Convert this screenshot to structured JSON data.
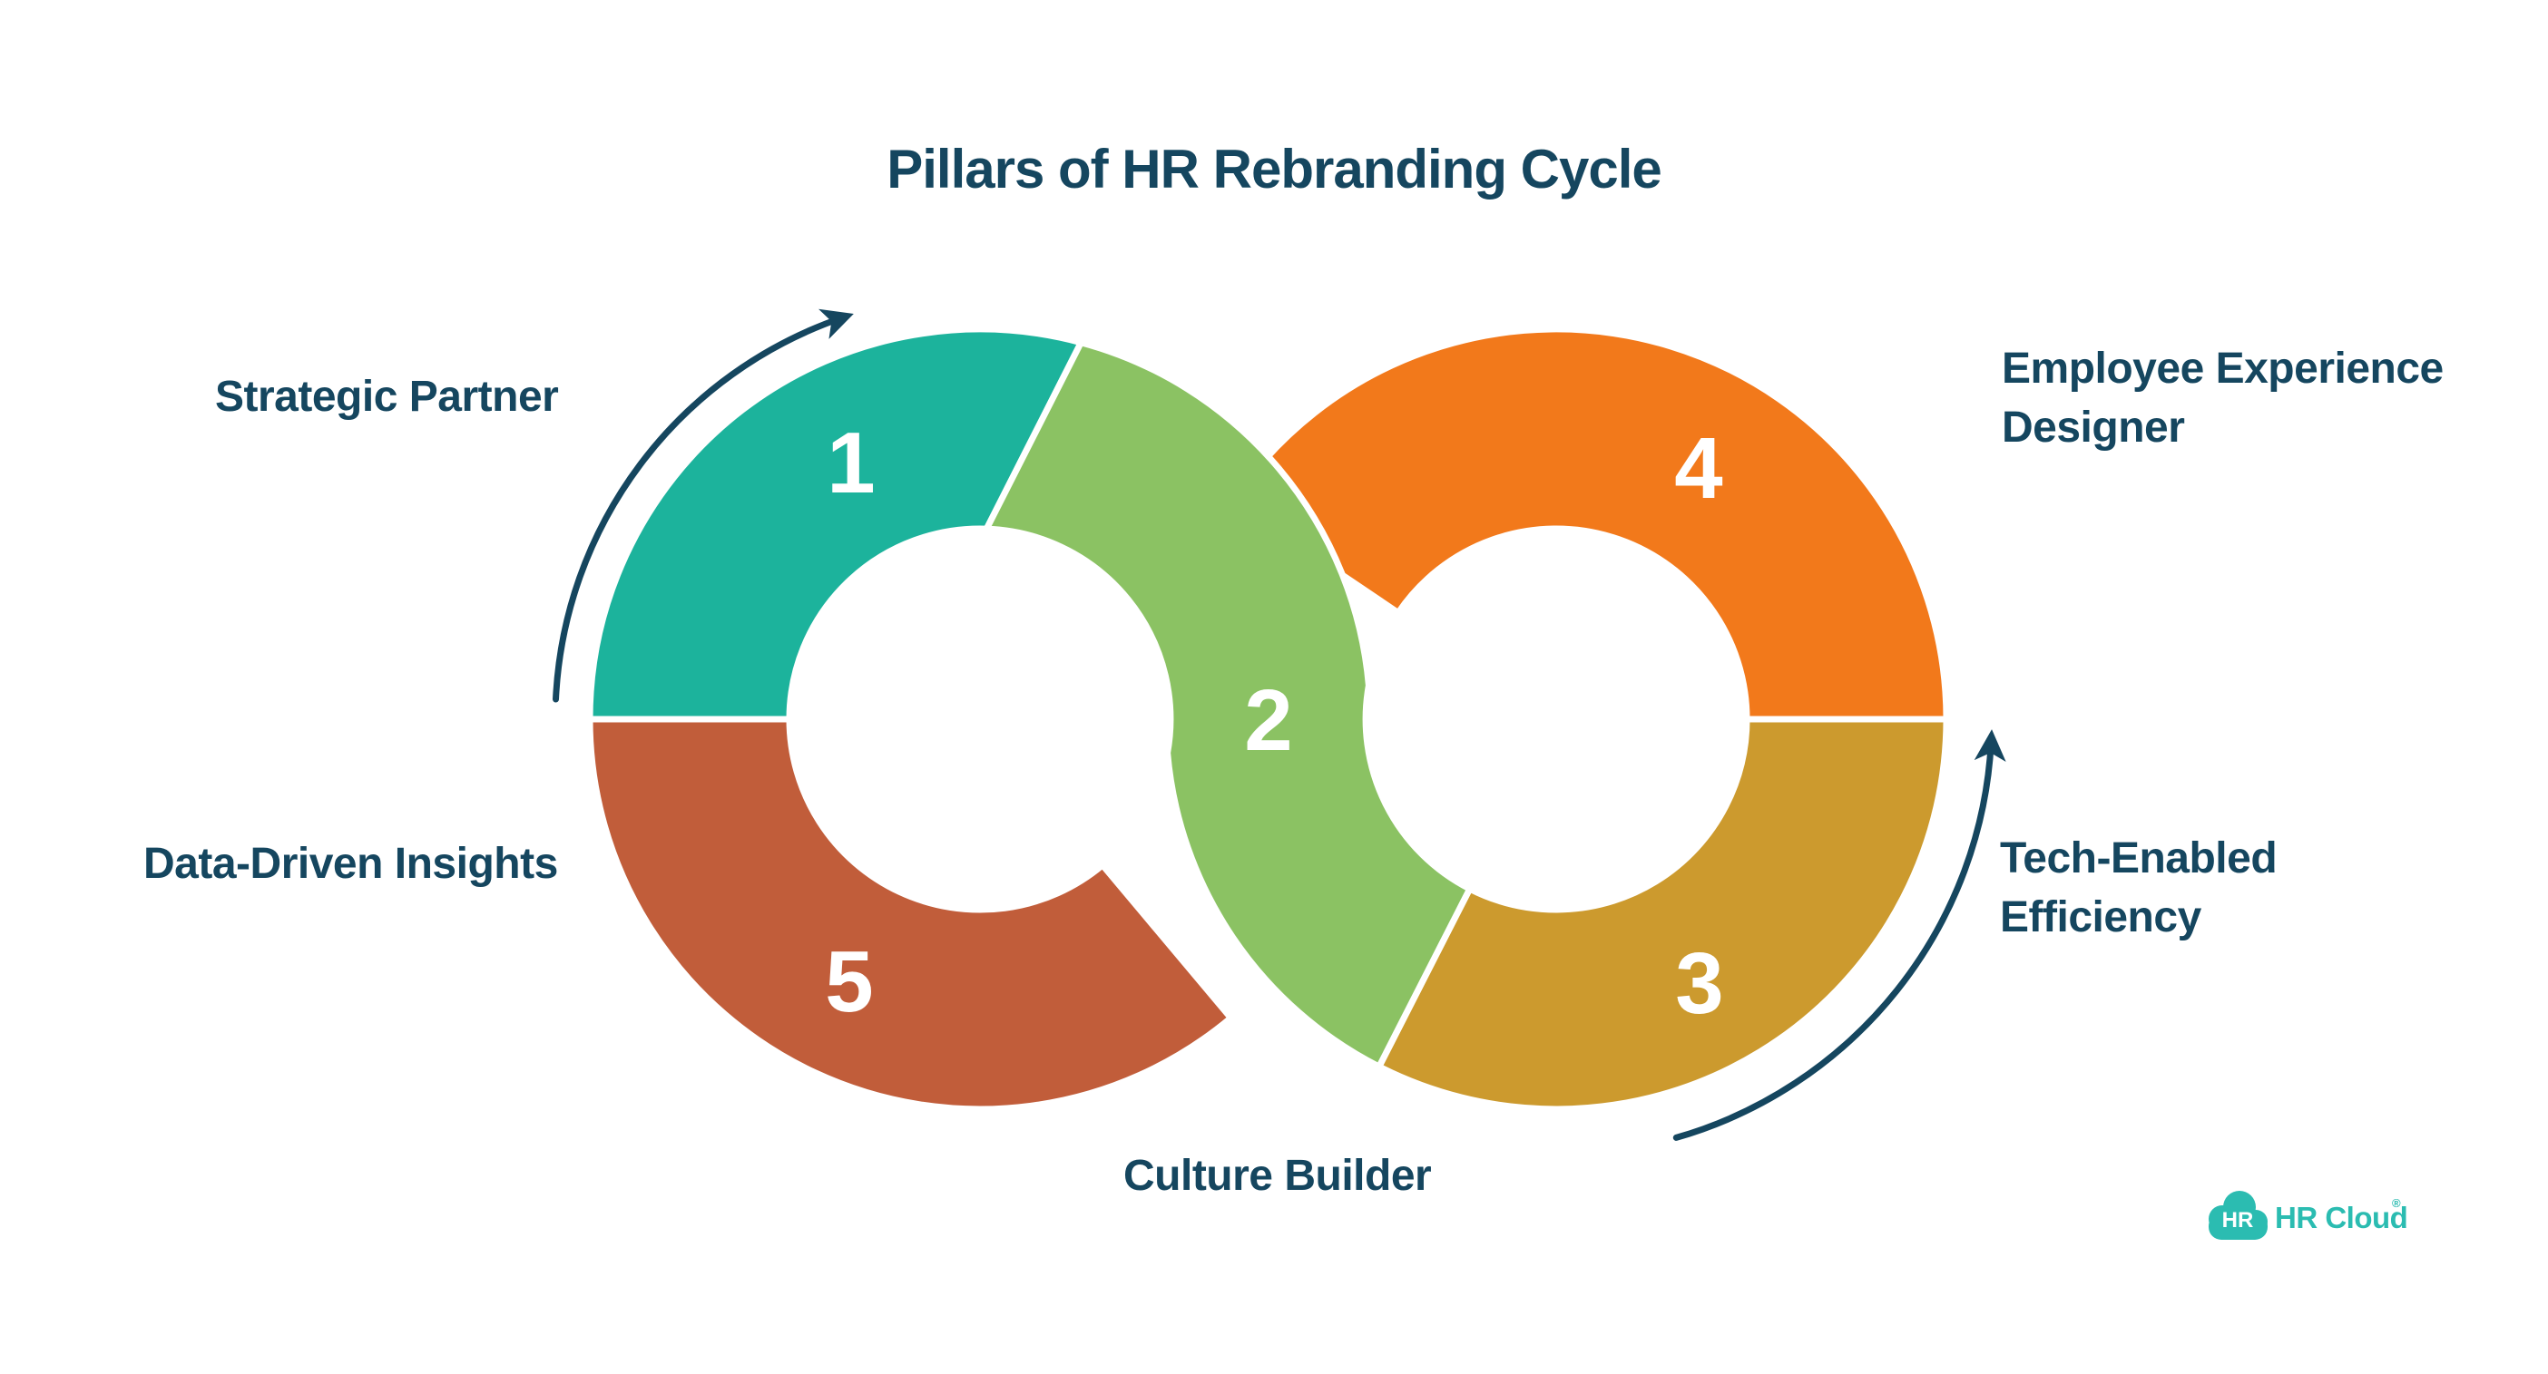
{
  "title": "Pillars of HR Rebranding Cycle",
  "ink": "#15465f",
  "digit_color": "#ffffff",
  "separator_color": "#ffffff",
  "segments": [
    {
      "number": "1",
      "label": "Strategic Partner",
      "color": "#1cb39c"
    },
    {
      "number": "2",
      "label": "Culture Builder",
      "color": "#8bc263"
    },
    {
      "number": "3",
      "label": "Tech-Enabled Efficiency",
      "line1": "Tech-Enabled",
      "line2": "Efficiency",
      "color": "#cc9a2e"
    },
    {
      "number": "4",
      "label": "Employee Experience Designer",
      "line1": "Employee Experience",
      "line2": "Designer",
      "color": "#f2791b"
    },
    {
      "number": "5",
      "label": "Data-Driven Insights",
      "color": "#c15d3a"
    }
  ],
  "logo": {
    "badge": "HR",
    "brand": "HR Cloud",
    "registered": "®",
    "color": "#2bbcb1",
    "badge_text_color": "#ffffff"
  }
}
